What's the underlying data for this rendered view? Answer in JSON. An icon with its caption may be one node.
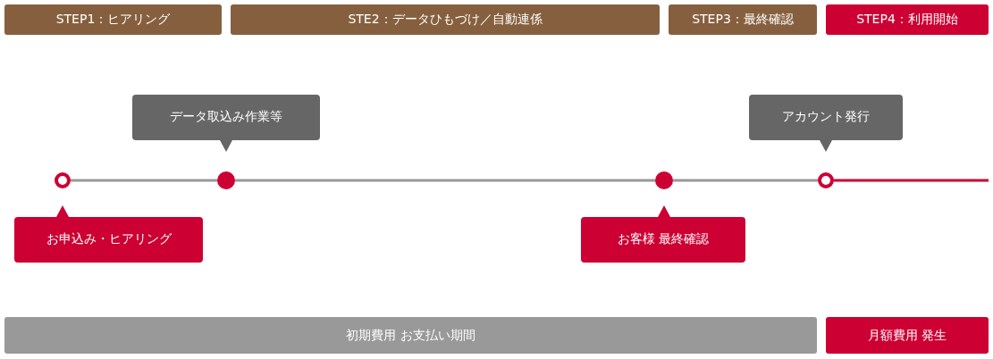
{
  "diagram": {
    "nodes": [
      {
        "text": [
          "STEP1：ヒアリング"
        ]
      },
      {
        "text": [
          "STE2：データひもづけ／自動連係"
        ]
      },
      {
        "text": [
          "STEP3：最終確認"
        ]
      },
      {
        "text": [
          "STEP4：利用開始"
        ]
      },
      {
        "text": [
          "データ取込み作業等"
        ]
      },
      {
        "text": [
          "アカウント発行"
        ]
      },
      {
        "text": [],
        "shape": "circle"
      },
      {
        "text": [],
        "shape": "circle"
      },
      {
        "text": [],
        "shape": "circle"
      },
      {
        "text": [],
        "shape": "circle"
      },
      {
        "text": [
          "お申込み・ヒアリング"
        ]
      },
      {
        "text": [
          "お客様 最終確認"
        ]
      },
      {
        "text": [
          "初期費用 お支払い期間"
        ]
      },
      {
        "text": [
          "月額費用 発生"
        ]
      }
    ],
    "edges": [
      {
        "from": 6,
        "to": 7,
        "arrow": "none"
      },
      {
        "from": 7,
        "to": 8,
        "arrow": "none"
      },
      {
        "from": 8,
        "to": 9,
        "arrow": "none"
      },
      {
        "from": 9,
        "to": null,
        "arrow": "none",
        "color": "#cc0033"
      }
    ]
  }
}
